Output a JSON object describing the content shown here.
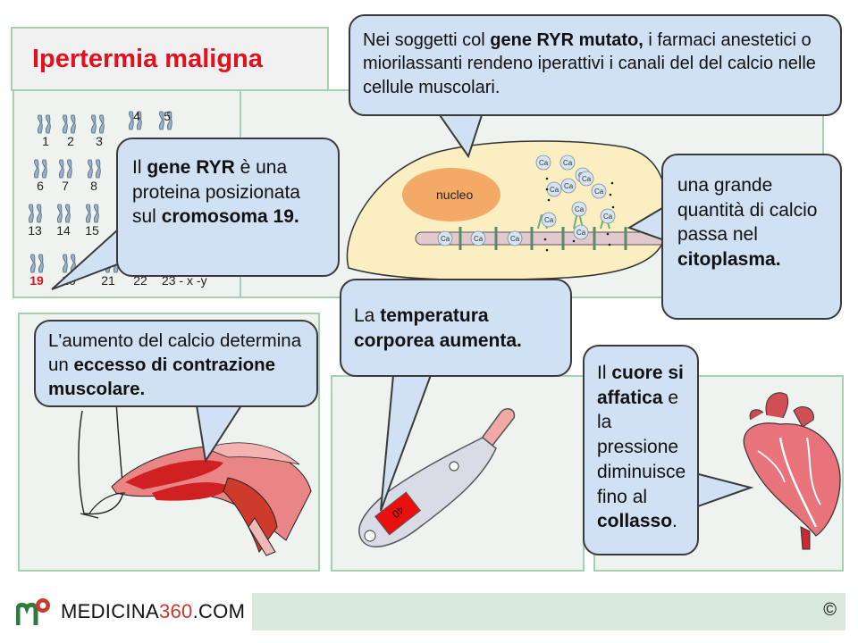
{
  "title": "Ipertermia maligna",
  "chromosome_numbers": [
    "1",
    "2",
    "3",
    "4",
    "5",
    "6",
    "7",
    "8",
    "13",
    "14",
    "15",
    "19",
    "20",
    "21",
    "22",
    "23 - x -y"
  ],
  "highlight_chromosome": "19",
  "bubble_gene_mutated": {
    "p1": "Nei soggetti col ",
    "b1": "gene RYR mutato,",
    "p2": " i farmaci anestetici o miorilassanti rendeno iperattivi i canali del del calcio nelle cellule muscolari."
  },
  "bubble_gene_ryr": {
    "p1": "Il ",
    "b1": "gene RYR",
    "p2": " è una proteina posizionata sul ",
    "b2": "cromosoma 19."
  },
  "bubble_calcium_flow": {
    "p1": "una grande quantità di calcio passa nel ",
    "b1": "citoplasma."
  },
  "cell": {
    "nucleus_label": "nucleo",
    "ion_label": "Ca"
  },
  "bubble_contraction": {
    "p1": "L'aumento del calcio determina un ",
    "b1": "eccesso di contrazione muscolare."
  },
  "bubble_temperature": {
    "p1": "La ",
    "b1": "temperatura corporea aumenta."
  },
  "thermometer_reading": "40",
  "bubble_heart": {
    "p1": "Il ",
    "b1": "cuore si affatica",
    "p2": " e la pressione diminuisce fino al ",
    "b2": "collasso",
    "p3": "."
  },
  "footer": {
    "site_prefix": "MEDICINA",
    "site_accent": "360",
    "site_suffix": ".COM",
    "copyright": "©"
  },
  "colors": {
    "title_red": "#e3101d",
    "bubble_blue": "#cfe1f3",
    "panel_green_border": "#a8cfb3",
    "cell_yellow": "#fbeec0",
    "nucleus_orange": "#f2aa66"
  },
  "icons": [
    "chromosome-icon",
    "muscle-icon",
    "thermometer-icon",
    "heart-icon",
    "medicina360-logo-icon"
  ]
}
